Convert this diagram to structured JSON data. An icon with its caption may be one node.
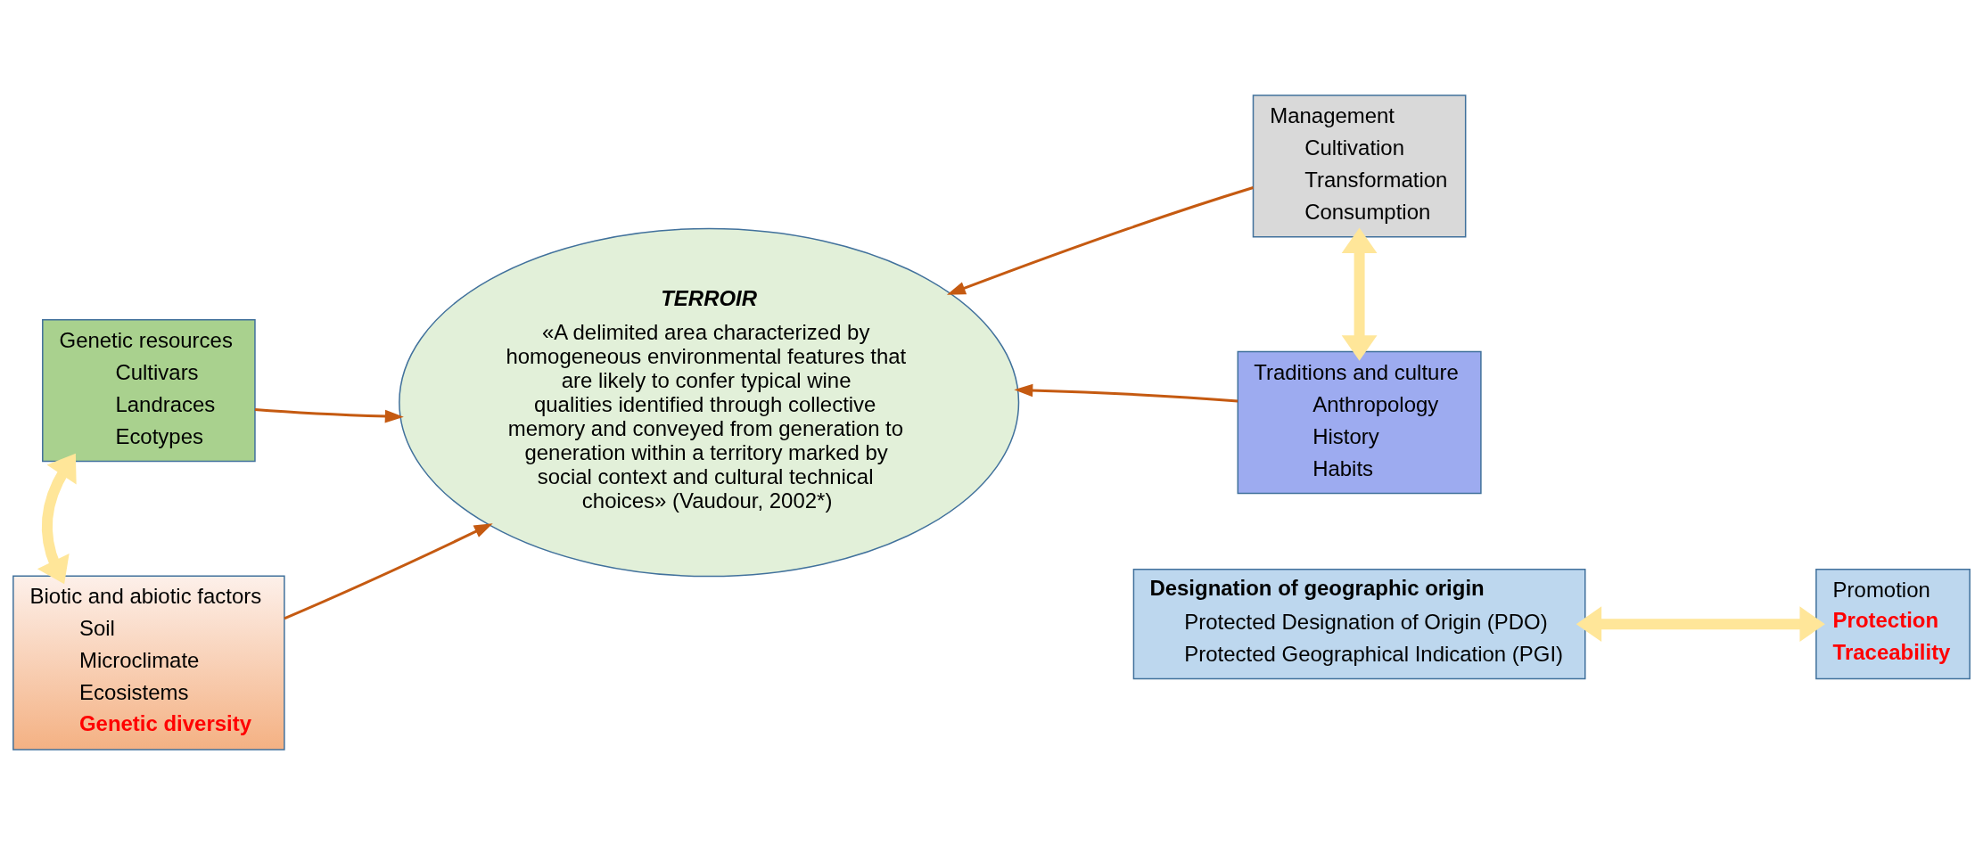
{
  "diagram": {
    "nodes": [
      {
        "text": [
          "Genetic resources",
          "Cultivars",
          "Landraces",
          "Ecotypes"
        ]
      },
      {
        "text": [
          "TERROIR",
          "«A delimited area characterized by homogeneous environmental features that are likely to confer typical wine qualities identified through collective memory and conveyed from generation to generation within a territory marked by social context and cultural technical choices» (Vaudour, 2002*)"
        ]
      },
      {
        "text": [
          "Management",
          "Cultivation",
          "Transformation",
          "Consumption"
        ]
      },
      {
        "text": [
          "Biotic and abiotic factors",
          "Soil",
          "Microclimate",
          "Ecosistems",
          "Genetic diversity"
        ]
      },
      {
        "text": [
          "Traditions and culture",
          "Anthropology",
          "History",
          "Habits"
        ]
      },
      {
        "text": [
          "Designation of geographic origin",
          "Protected Designation of Origin (PDO)",
          "Protected Geographical Indication (PGI)"
        ]
      },
      {
        "text": [
          "Promotion",
          "Protection",
          "Traceability"
        ]
      }
    ],
    "edges": [
      {
        "from": 0,
        "to": 1,
        "arrow": "to"
      },
      {
        "from": 3,
        "to": 1,
        "arrow": "to"
      },
      {
        "from": 2,
        "to": 1,
        "arrow": "to"
      },
      {
        "from": 4,
        "to": 1,
        "arrow": "to"
      },
      {
        "from": 0,
        "to": 3,
        "arrow": "both",
        "style": "thick",
        "color": "#ffe699"
      },
      {
        "from": 2,
        "to": 4,
        "arrow": "both",
        "style": "thick",
        "color": "#ffe699"
      },
      {
        "from": 5,
        "to": 6,
        "arrow": "both",
        "style": "thick",
        "color": "#ffe699"
      }
    ]
  }
}
